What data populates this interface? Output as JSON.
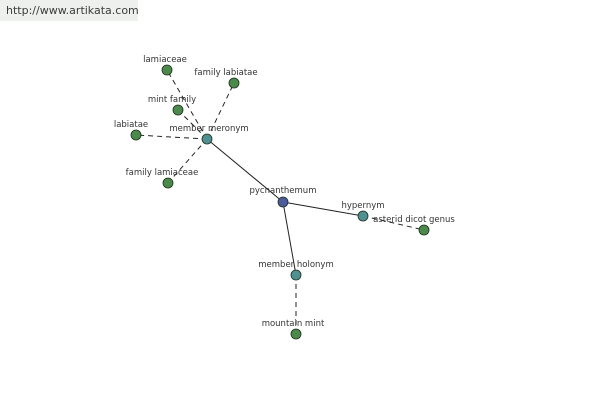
{
  "url": "http://www.artikata.com",
  "colors": {
    "center": "#4a5a9c",
    "relation": "#4f9090",
    "leaf": "#4b8a4b",
    "edge": "#222222"
  },
  "graph": {
    "nodes": [
      {
        "id": "pycnanthemum",
        "label": "pycnanthemum",
        "kind": "center"
      },
      {
        "id": "member-meronym",
        "label": "member meronym",
        "kind": "relation"
      },
      {
        "id": "hypernym",
        "label": "hypernym",
        "kind": "relation"
      },
      {
        "id": "member-holonym",
        "label": "member holonym",
        "kind": "relation"
      },
      {
        "id": "lamiaceae",
        "label": "lamiaceae",
        "kind": "leaf"
      },
      {
        "id": "family-labiatae",
        "label": "family labiatae",
        "kind": "leaf"
      },
      {
        "id": "mint-family",
        "label": "mint family",
        "kind": "leaf"
      },
      {
        "id": "labiatae",
        "label": "labiatae",
        "kind": "leaf"
      },
      {
        "id": "family-lamiaceae",
        "label": "family lamiaceae",
        "kind": "leaf"
      },
      {
        "id": "asterid-dicot-genus",
        "label": "asterid dicot genus",
        "kind": "leaf"
      },
      {
        "id": "mountain-mint",
        "label": "mountain mint",
        "kind": "leaf"
      }
    ],
    "edges": [
      {
        "from": "pycnanthemum",
        "to": "member-meronym",
        "style": "solid"
      },
      {
        "from": "pycnanthemum",
        "to": "hypernym",
        "style": "solid"
      },
      {
        "from": "pycnanthemum",
        "to": "member-holonym",
        "style": "solid"
      },
      {
        "from": "member-meronym",
        "to": "lamiaceae",
        "style": "dashed"
      },
      {
        "from": "member-meronym",
        "to": "family-labiatae",
        "style": "dashed"
      },
      {
        "from": "member-meronym",
        "to": "mint-family",
        "style": "dashed"
      },
      {
        "from": "member-meronym",
        "to": "labiatae",
        "style": "dashed"
      },
      {
        "from": "member-meronym",
        "to": "family-lamiaceae",
        "style": "dashed"
      },
      {
        "from": "hypernym",
        "to": "asterid-dicot-genus",
        "style": "dashed"
      },
      {
        "from": "member-holonym",
        "to": "mountain-mint",
        "style": "dashed"
      }
    ]
  }
}
